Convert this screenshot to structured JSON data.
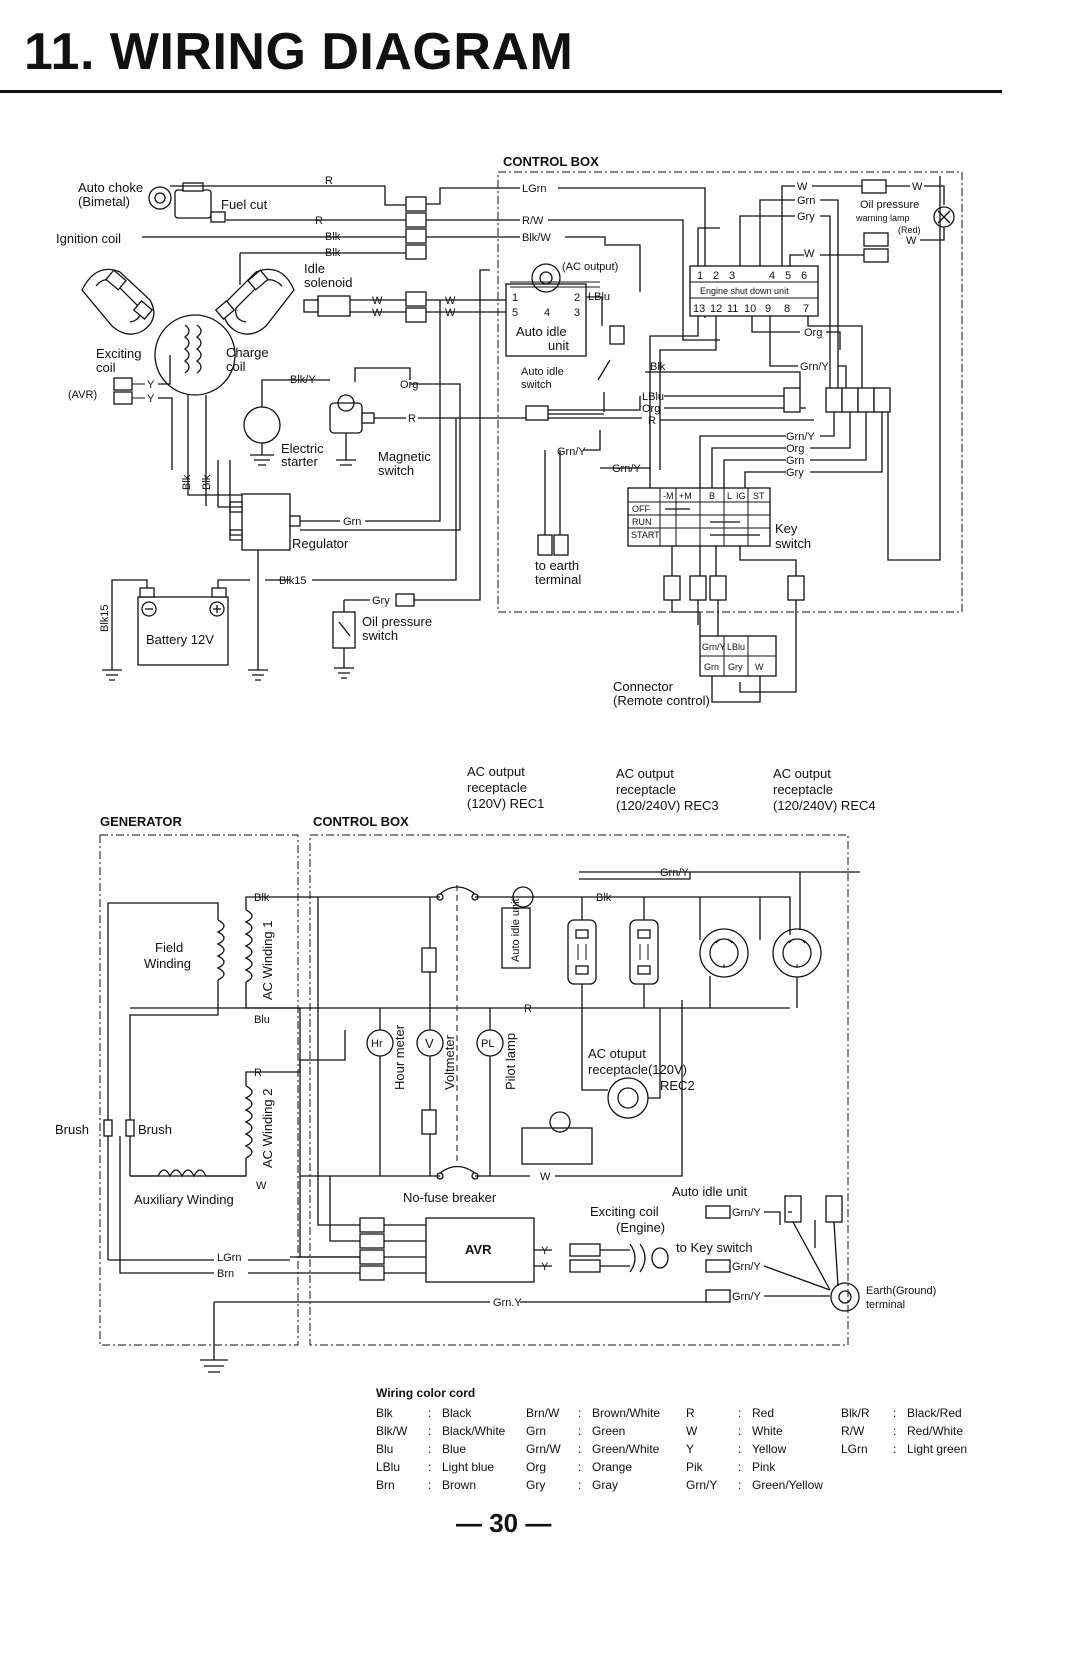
{
  "title": "11. WIRING DIAGRAM",
  "page_number": "— 30 —",
  "top_diagram": {
    "control_box": "CONTROL BOX",
    "auto_choke": [
      "Auto choke",
      "(Bimetal)"
    ],
    "fuel_cut": "Fuel cut",
    "ignition_coil": "Ignition coil",
    "idle_solenoid": [
      "Idle",
      "solenoid"
    ],
    "exciting_coil": [
      "Exciting",
      "coil"
    ],
    "avr": "(AVR)",
    "charge_coil": [
      "Charge",
      "coil"
    ],
    "electric_starter": [
      "Electric",
      "starter"
    ],
    "magnetic_switch": [
      "Magnetic",
      "switch"
    ],
    "regulator": "Regulator",
    "battery": "Battery 12V",
    "oil_pressure_switch": [
      "Oil pressure",
      "switch"
    ],
    "ac_output": "(AC output)",
    "auto_idle_unit": [
      "Auto idle",
      "unit"
    ],
    "auto_idle_switch": [
      "Auto idle",
      "switch"
    ],
    "to_earth_terminal": [
      "to earth",
      "terminal"
    ],
    "engine_shutdown_unit": "Engine shut down unit",
    "esu_top_pins": [
      "1",
      "2",
      "3",
      "4",
      "5",
      "6"
    ],
    "esu_bottom_pins": [
      "13",
      "12",
      "11",
      "10",
      "9",
      "8",
      "7"
    ],
    "auto_idle_pins": [
      "1",
      "2",
      "5",
      "4",
      "3"
    ],
    "oil_pressure_lamp": [
      "Oil pressure",
      "warning lamp",
      "(Red)"
    ],
    "key_switch": [
      "Key",
      "switch"
    ],
    "key_switch_table": {
      "headers": [
        "-M",
        "+M",
        "B",
        "L",
        "IG",
        "ST"
      ],
      "rows": [
        "OFF",
        "RUN",
        "START"
      ]
    },
    "connector": [
      "Connector",
      "(Remote control)"
    ],
    "connector_pins_top": [
      "Grn/Y",
      "LBlu",
      ""
    ],
    "connector_pins_bottom": [
      "Grn",
      "Gry",
      "W"
    ],
    "wires": {
      "R": "R",
      "Blk": "Blk",
      "W": "W",
      "LGrn": "LGrn",
      "RW": "R/W",
      "BlkW": "Blk/W",
      "BlkY": "Blk/Y",
      "Org": "Org",
      "Grn": "Grn",
      "Gry": "Gry",
      "Blk15": "Blk15",
      "GrnY": "Grn/Y",
      "LBlu": "LBlu"
    }
  },
  "bottom_diagram": {
    "generator": "GENERATOR",
    "control_box": "CONTROL BOX",
    "rec1": [
      "AC output",
      "receptacle",
      "(120V)  REC1"
    ],
    "rec3": [
      "AC output",
      "receptacle",
      "(120/240V) REC3"
    ],
    "rec4": [
      "AC output",
      "receptacle",
      "(120/240V) REC4"
    ],
    "field_winding": [
      "Field",
      "Winding"
    ],
    "ac_winding_1": "AC Winding 1",
    "ac_winding_2": "AC Winding 2",
    "brush_left": "Brush",
    "brush_right": "Brush",
    "auxiliary_winding": "Auxiliary Winding",
    "auto_idle_unit_v": "Auto idle unit",
    "hour_meter": "Hour meter",
    "voltmeter": "Voltmeter",
    "pilot_lamp": "Pilot lamp",
    "hr": "Hr",
    "v": "V",
    "pl": "PL",
    "rec2": [
      "AC otuput",
      "receptacle(120V)",
      "REC2"
    ],
    "no_fuse_breaker": "No-fuse breaker",
    "avr": "AVR",
    "exciting_coil": [
      "Exciting coil",
      "(Engine)"
    ],
    "auto_idle_unit": "Auto idle unit",
    "to_key_switch": "to Key switch",
    "earth_terminal": [
      "Earth(Ground)",
      "terminal"
    ],
    "wires": {
      "Blk": "Blk",
      "Blu": "Blu",
      "R": "R",
      "W": "W",
      "GrnY": "Grn/Y",
      "LGrn": "LGrn",
      "Brn": "Brn",
      "Y": "Y",
      "GrnY2": "Grn.Y"
    }
  },
  "legend": {
    "title": "Wiring color cord",
    "items": [
      {
        "code": "Blk",
        "name": "Black"
      },
      {
        "code": "Brn/W",
        "name": "Brown/White"
      },
      {
        "code": "R",
        "name": "Red"
      },
      {
        "code": "Blk/R",
        "name": "Black/Red"
      },
      {
        "code": "Blk/W",
        "name": "Black/White"
      },
      {
        "code": "Grn",
        "name": "Green"
      },
      {
        "code": "W",
        "name": "White"
      },
      {
        "code": "R/W",
        "name": "Red/White"
      },
      {
        "code": "Blu",
        "name": "Blue"
      },
      {
        "code": "Grn/W",
        "name": "Green/White"
      },
      {
        "code": "Y",
        "name": "Yellow"
      },
      {
        "code": "LGrn",
        "name": "Light green"
      },
      {
        "code": "LBlu",
        "name": "Light blue"
      },
      {
        "code": "Org",
        "name": "Orange"
      },
      {
        "code": "Pik",
        "name": "Pink"
      },
      {
        "code": "",
        "name": ""
      },
      {
        "code": "Brn",
        "name": "Brown"
      },
      {
        "code": "Gry",
        "name": "Gray"
      },
      {
        "code": "Grn/Y",
        "name": "Green/Yellow"
      },
      {
        "code": "",
        "name": ""
      }
    ]
  }
}
